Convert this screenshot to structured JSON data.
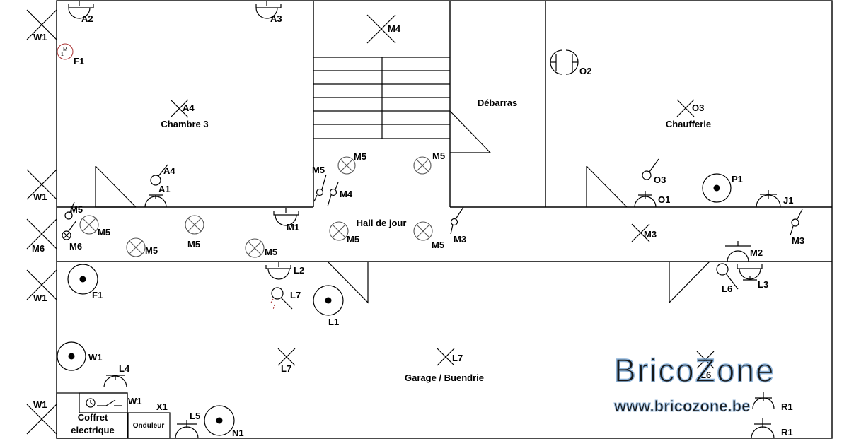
{
  "rooms": {
    "chambre3": "Chambre 3",
    "debarras": "Débarras",
    "chaufferie": "Chaufferie",
    "hall": "Hall de jour",
    "garage": "Garage / Buendrie",
    "coffret_line1": "Coffret",
    "coffret_line2": "electrique",
    "onduleur": "Onduleur"
  },
  "labels": {
    "a1": "A1",
    "a2": "A2",
    "a3": "A3",
    "a4_ceiling": "A4",
    "a4_switch": "A4",
    "f1_fan": "F1",
    "f1_spot": "F1",
    "m1": "M1",
    "m2": "M2",
    "m3_hall": "M3",
    "m3_sw1": "M3",
    "m3_sw2": "M3",
    "m4_stair": "M4",
    "m4_switch": "M4",
    "m5_sw_hall": "M5",
    "m5_sw_left": "M5",
    "m5_a": "M5",
    "m5_b": "M5",
    "m5_c": "M5",
    "m5_d": "M5",
    "m5_e": "M5",
    "m5_f": "M5",
    "m5_g": "M5",
    "m5_h": "M5",
    "m6_lamp": "M6",
    "m6_wall": "M6",
    "o1": "O1",
    "o2": "O2",
    "o3_ceiling": "O3",
    "o3_switch": "O3",
    "p1": "P1",
    "j1": "J1",
    "l1": "L1",
    "l2": "L2",
    "l3": "L3",
    "l4": "L4",
    "l5": "L5",
    "l6": "L6",
    "l6_ceiling": "L6",
    "l7_switch": "L7",
    "l7_ceiling_a": "L7",
    "l7_ceiling_b": "L7",
    "w1_a": "W1",
    "w1_b": "W1",
    "w1_c": "W1",
    "w1_d": "W1",
    "w1_spot": "W1",
    "w1_timer": "W1",
    "x1": "X1",
    "n1": "N1",
    "r1": "R1",
    "r1_upper": "R1"
  },
  "fan_glyph": {
    "m": "M",
    "one": "1",
    "tilde": "~"
  },
  "watermark": {
    "brand": "BricoZone",
    "url": "www.bricozone.be",
    "color": "#7fa9d3"
  },
  "icons": {
    "ceiling_light": "cross-icon",
    "recessed_spot": "crossed-circle-icon",
    "wall_light": "wall-light-icon",
    "socket": "socket-icon",
    "switch": "switch-icon",
    "spot_outlet": "dot-circle-icon",
    "fan": "fan-motor-icon",
    "timer": "clock-icon"
  }
}
